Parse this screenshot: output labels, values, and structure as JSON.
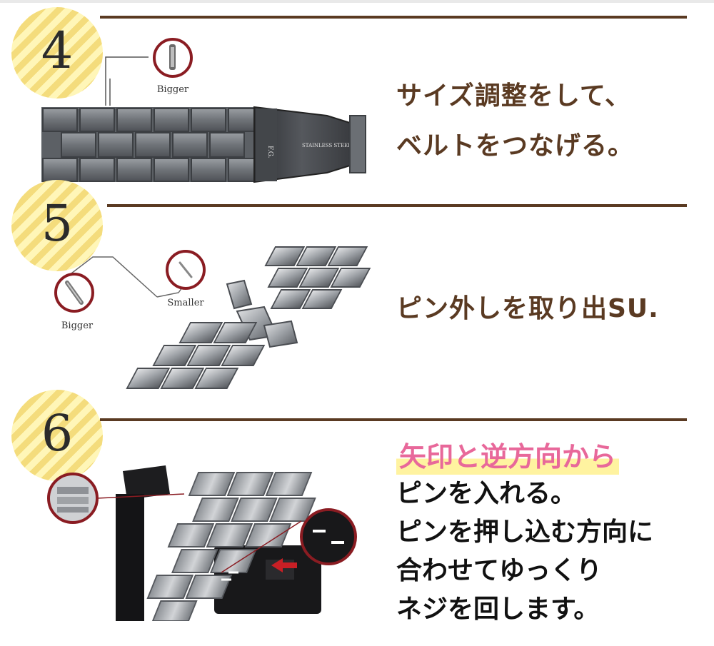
{
  "steps": [
    {
      "number": "4",
      "lines": [
        "サイズ調整をして、",
        "ベルトをつなげる。"
      ],
      "labels": {
        "bigger": "Bigger"
      },
      "clasp_marks": {
        "brand": "F.G.",
        "steel": "STAINLESS STEEL"
      }
    },
    {
      "number": "5",
      "lines": [
        "ピン外しを取り出SU."
      ],
      "labels": {
        "bigger": "Bigger",
        "smaller": "Smaller"
      }
    },
    {
      "number": "6",
      "highlight": "矢印と逆方向から",
      "lines": [
        "ピンを入れる。",
        "ピンを押し込む方向に",
        "合わせてゆっくり",
        "ネジを回します。"
      ]
    }
  ],
  "colors": {
    "rule": "#5a3a22",
    "heading": "#5a3a22",
    "highlight_text": "#e8689a",
    "highlight_marker": "#fff3a0",
    "badge_stripe_light": "#fff6b8",
    "badge_stripe_dark": "#f4dc7c",
    "callout_ring": "#8a1c22"
  }
}
